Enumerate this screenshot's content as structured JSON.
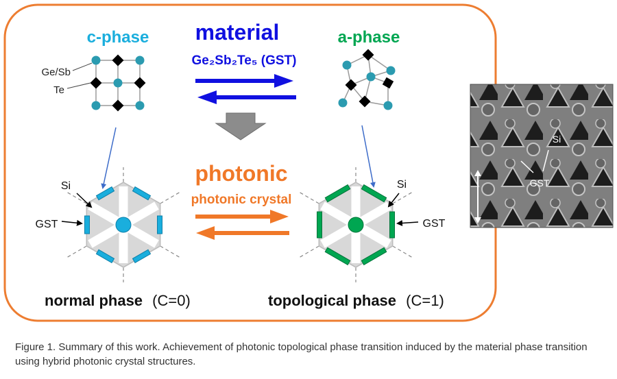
{
  "labels": {
    "c_phase": "c-phase",
    "a_phase": "a-phase",
    "material": "material",
    "material_formula": "Ge₂Sb₂Te₅ (GST)",
    "photonic": "photonic",
    "photonic_crystal": "photonic crystal",
    "ge_sb": "Ge/Sb",
    "te": "Te",
    "si_left": "Si",
    "gst_left": "GST",
    "si_right": "Si",
    "gst_right": "GST",
    "normal_phase": "normal phase",
    "normal_c": "(C=0)",
    "topological_phase": "topological phase",
    "topological_c": "(C=1)",
    "sem_si": "Si",
    "sem_gst": "GST"
  },
  "colors": {
    "frame_orange": "#ED7D31",
    "phase_blue": "#1AAEDD",
    "phase_green": "#00A651",
    "material_blue": "#1010E0",
    "photonic_orange": "#F07828",
    "crystal_gray": "#D8D8D8",
    "atom_teal": "#2B9BB0"
  },
  "caption": "Figure 1. Summary of this work. Achievement of photonic topological phase transition induced by the material phase transition using hybrid photonic crystal structures."
}
